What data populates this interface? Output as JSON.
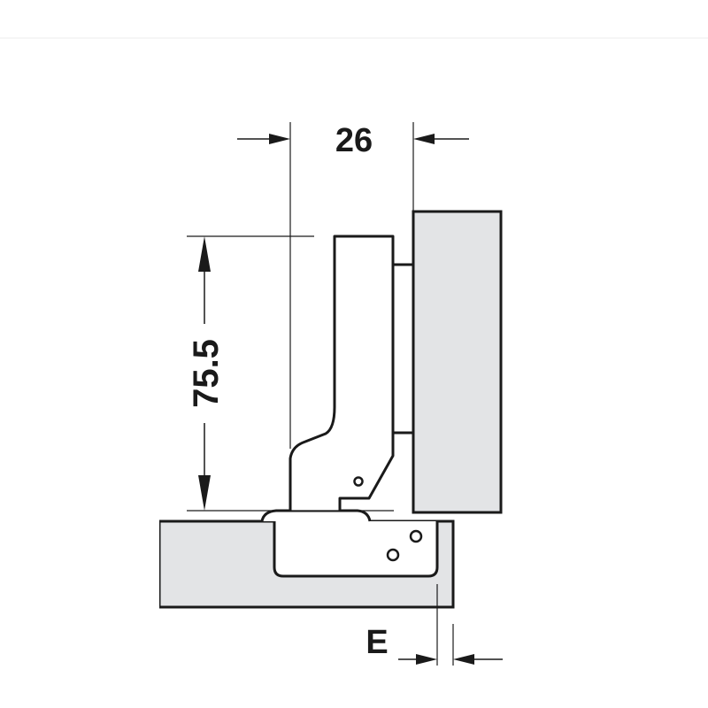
{
  "diagram": {
    "dimensions": {
      "width_label": "26",
      "height_label": "75.5",
      "overlay_label": "E"
    },
    "colors": {
      "line": "#1a1a1a",
      "panel_fill": "#e3e4e6",
      "background": "#ffffff"
    }
  }
}
